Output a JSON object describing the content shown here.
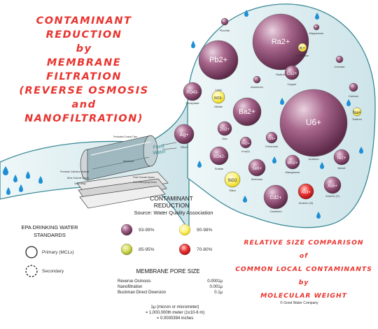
{
  "title": {
    "lines": [
      "CONTAMINANT",
      "REDUCTION",
      "by",
      "MEMBRANE FILTRATION",
      "(REVERSE OSMOSIS",
      "and",
      "NANOFILTRATION)"
    ]
  },
  "relative_title": {
    "lines": [
      "RELATIVE SIZE COMPARISON",
      "of",
      "COMMON LOCAL CONTAMINANTS",
      "by",
      "MOLECULAR WEIGHT"
    ]
  },
  "feed_water": [
    "Feed",
    "Water"
  ],
  "legend": {
    "title": [
      "CONTAMINANT",
      "REDUCTION"
    ],
    "source": "Source: Water Quality Association",
    "items": [
      {
        "label": "93-99%",
        "color": "#8a4d72"
      },
      {
        "label": "90-98%",
        "color": "#f2ec24"
      },
      {
        "label": "85-95%",
        "color": "#b5c227"
      },
      {
        "label": "70-80%",
        "color": "#e01d1d"
      }
    ]
  },
  "epa": {
    "title": [
      "EPA DRINKING WATER",
      "STANDARDS"
    ],
    "primary": "Primary (MCLs)",
    "secondary": "Secondary"
  },
  "pore": {
    "title": "MEMBRANE PORE SIZE",
    "rows": [
      {
        "name": "Reverse Osmosis",
        "value": "0.0001µ"
      },
      {
        "name": "Nanofiltration",
        "value": "0.001µ"
      },
      {
        "name": "Buckman Direct Diversion",
        "value": "0.1µ"
      }
    ],
    "note": [
      "1µ (micron or micrometer)",
      "= 1,000,000th meter (1x10-6 m)",
      "= 0.0000394 inches"
    ]
  },
  "credit": "© Good Water Company",
  "contaminants": [
    {
      "label": "Fluoride",
      "symbol": "",
      "kind": "purple"
    },
    {
      "label": "",
      "symbol": "Ra2+",
      "kind": "purple"
    },
    {
      "label": "Radium",
      "symbol": "",
      "kind": "text"
    },
    {
      "label": "Magnesium",
      "symbol": "",
      "kind": "purple"
    },
    {
      "label": "Potassium",
      "symbol": "K+",
      "kind": "yellow"
    },
    {
      "label": "Chloride",
      "symbol": "",
      "kind": "purple"
    },
    {
      "label": "",
      "symbol": "Pb2+",
      "kind": "purple"
    },
    {
      "label": "Lead",
      "symbol": "",
      "kind": "text"
    },
    {
      "label": "Aluminum",
      "symbol": "",
      "kind": "purple"
    },
    {
      "label": "Copper",
      "symbol": "Cu2+",
      "kind": "purple"
    },
    {
      "label": "Calcium",
      "symbol": "",
      "kind": "purple"
    },
    {
      "label": "Phosphate",
      "symbol": "PO43-",
      "kind": "purple"
    },
    {
      "label": "Nitrate",
      "symbol": "NO3-",
      "kind": "yellow"
    },
    {
      "label": "Barium",
      "symbol": "Ba2+",
      "kind": "purple"
    },
    {
      "label": "",
      "symbol": "U6+",
      "kind": "purple"
    },
    {
      "label": "Uranium",
      "symbol": "",
      "kind": "text"
    },
    {
      "label": "Sodium",
      "symbol": "Na+",
      "kind": "yellow"
    },
    {
      "label": "Silver",
      "symbol": "Ag+",
      "kind": "purple"
    },
    {
      "label": "Zinc",
      "symbol": "Zn2+",
      "kind": "purple"
    },
    {
      "label": "Chromium",
      "symbol": "Cr6+",
      "kind": "purple"
    },
    {
      "label": "Iron(II)",
      "symbol": "Fe2+",
      "kind": "purple"
    },
    {
      "label": "Sulfate",
      "symbol": "SO42-",
      "kind": "purple"
    },
    {
      "label": "Selenium",
      "symbol": "Se6+",
      "kind": "purple"
    },
    {
      "label": "Manganese",
      "symbol": "Mn2+",
      "kind": "purple"
    },
    {
      "label": "Nickel",
      "symbol": "Ni2+",
      "kind": "purple"
    },
    {
      "label": "Silica",
      "symbol": "SiO2",
      "kind": "yellow"
    },
    {
      "label": "Cadmium",
      "symbol": "Cd2+",
      "kind": "purple"
    },
    {
      "label": "Arsenic (III)",
      "symbol": "As3+",
      "kind": "red"
    },
    {
      "label": "Arsenic (V)",
      "symbol": "As5+",
      "kind": "purple"
    }
  ],
  "membrane_labels": [
    "Perforated Central Tube",
    "Permeate Collection Material",
    "Membrane",
    "Brine Channel Spacer",
    "Outer Wrap",
    "Feed Channel Spacer",
    "Anti-Telescoping Device"
  ],
  "colors": {
    "accent": "#e8342f",
    "bubble": "#cfe6ea",
    "bubble_stroke": "#3b8a96",
    "drop": "#1e8fd6"
  }
}
